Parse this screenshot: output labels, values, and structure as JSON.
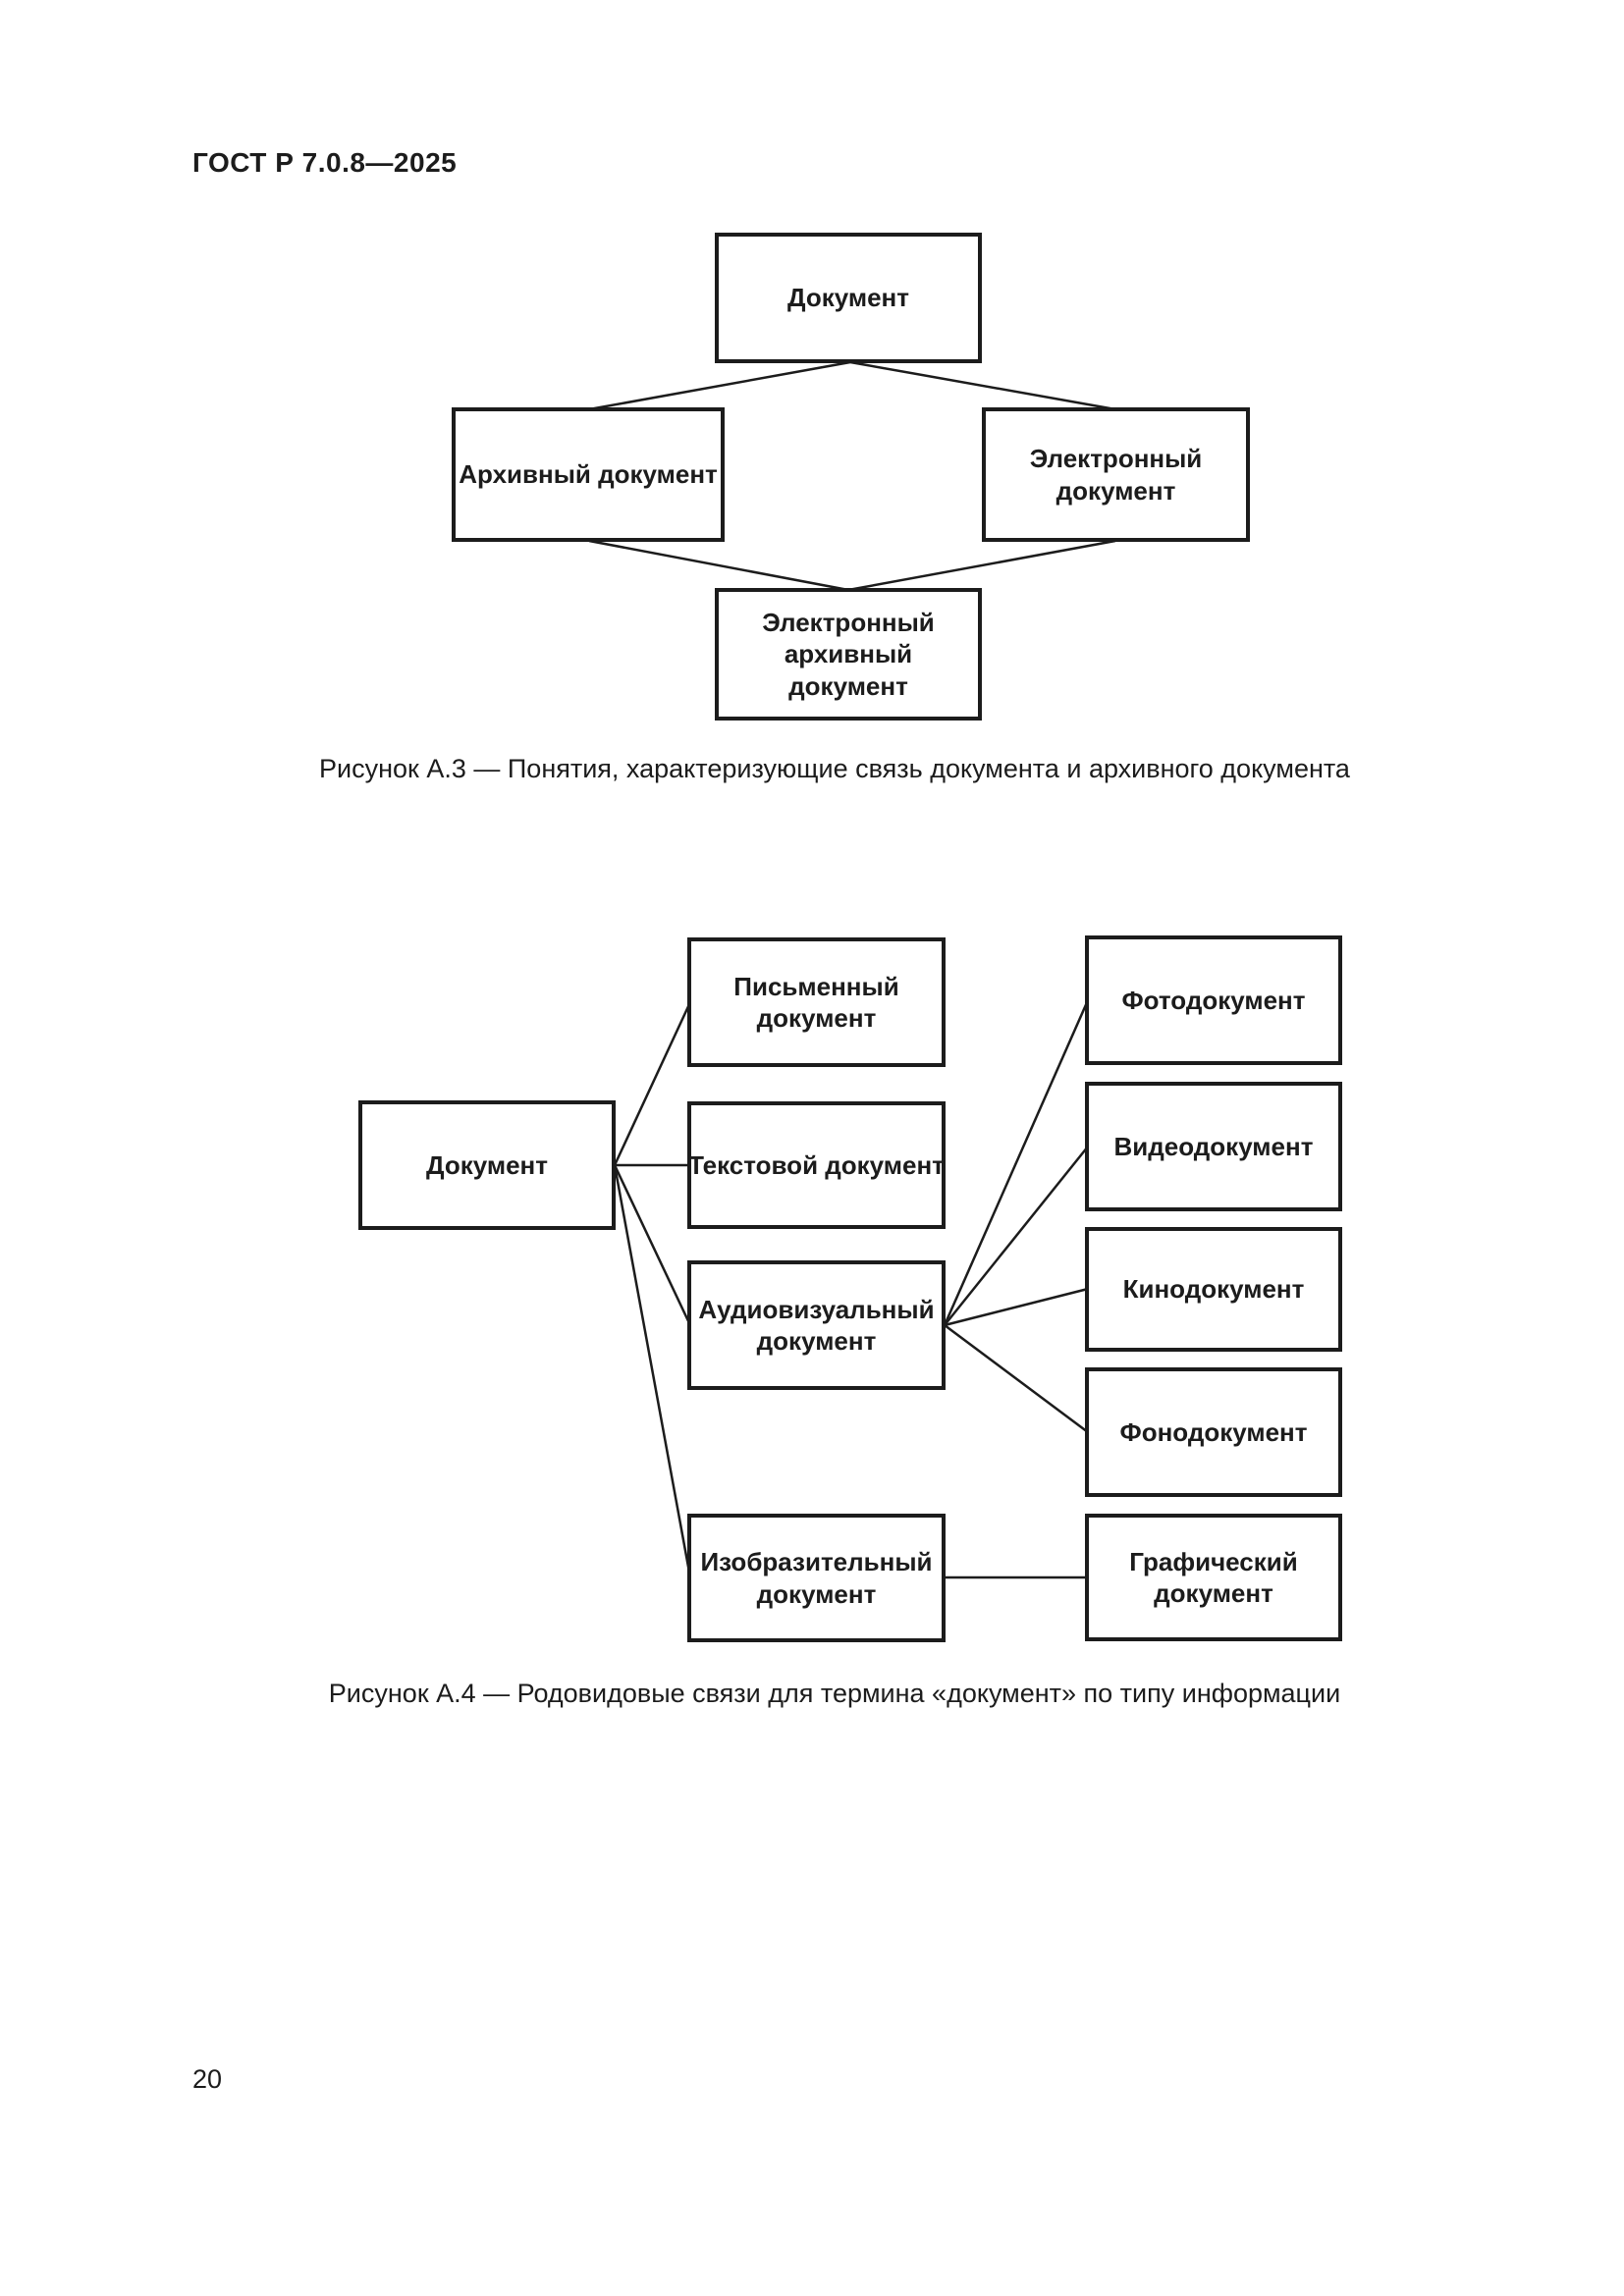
{
  "page": {
    "header": "ГОСТ Р 7.0.8—2025",
    "page_number": "20"
  },
  "colors": {
    "ink": "#1c1c1c",
    "background": "#ffffff"
  },
  "figure_a3": {
    "caption": "Рисунок А.3 — Понятия, характеризующие связь документа и архивного документа",
    "nodes": {
      "document": "Документ",
      "archival": "Архивный документ",
      "electronic": "Электронный документ",
      "electronic_archival": "Электронный архивный документ"
    },
    "edges": [
      {
        "from": "document",
        "to": "archival"
      },
      {
        "from": "document",
        "to": "electronic"
      },
      {
        "from": "archival",
        "to": "electronic_archival"
      },
      {
        "from": "electronic",
        "to": "electronic_archival"
      }
    ]
  },
  "figure_a4": {
    "caption": "Рисунок А.4 — Родовидовые связи для термина «документ» по типу информации",
    "nodes": {
      "document": "Документ",
      "written": "Письменный документ",
      "text": "Текстовой документ",
      "audiovisual": "Аудиовизуальный документ",
      "pictorial": "Изобразительный документ",
      "photo": "Фотодокумент",
      "video": "Видеодокумент",
      "film": "Кинодокумент",
      "phono": "Фонодокумент",
      "graphic": "Графический документ"
    },
    "edges": [
      {
        "from": "document",
        "to": "written"
      },
      {
        "from": "document",
        "to": "text"
      },
      {
        "from": "document",
        "to": "audiovisual"
      },
      {
        "from": "document",
        "to": "pictorial"
      },
      {
        "from": "audiovisual",
        "to": "photo"
      },
      {
        "from": "audiovisual",
        "to": "video"
      },
      {
        "from": "audiovisual",
        "to": "film"
      },
      {
        "from": "audiovisual",
        "to": "phono"
      },
      {
        "from": "pictorial",
        "to": "graphic"
      }
    ]
  }
}
